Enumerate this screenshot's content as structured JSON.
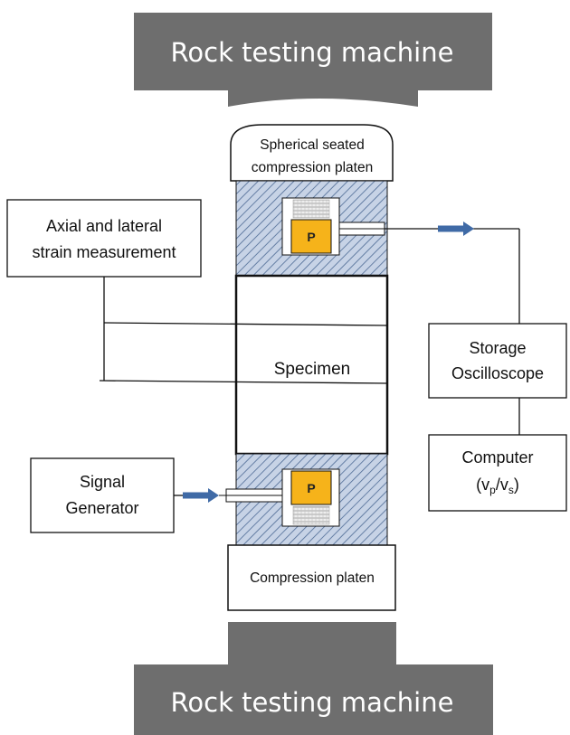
{
  "machine_top": {
    "label": "Rock testing machine"
  },
  "machine_bottom": {
    "label": "Rock testing machine"
  },
  "top_platen": {
    "line1": "Spherical seated",
    "line2": "compression platen"
  },
  "bottom_platen": {
    "label": "Compression platen"
  },
  "specimen": {
    "label": "Specimen"
  },
  "strain_box": {
    "line1": "Axial and lateral",
    "line2": "strain measurement"
  },
  "oscilloscope_box": {
    "line1": "Storage",
    "line2": "Oscilloscope"
  },
  "computer_box": {
    "line1": "Computer",
    "line2_prefix": "(v",
    "sub_p": "p",
    "slash_v": "/v",
    "sub_s": "s",
    "suffix": ")"
  },
  "signal_box": {
    "line1": "Signal",
    "line2": "Generator"
  },
  "transducer_top": {
    "label": "P"
  },
  "transducer_bottom": {
    "label": "P"
  },
  "colors": {
    "machine": "#6e6e6e",
    "hatch_bg": "#c7d3e6",
    "hatch_line": "#4d6a94",
    "transducer": "#f6b31a",
    "arrow": "#3f6aa6",
    "spring": "#b9b9b9"
  }
}
